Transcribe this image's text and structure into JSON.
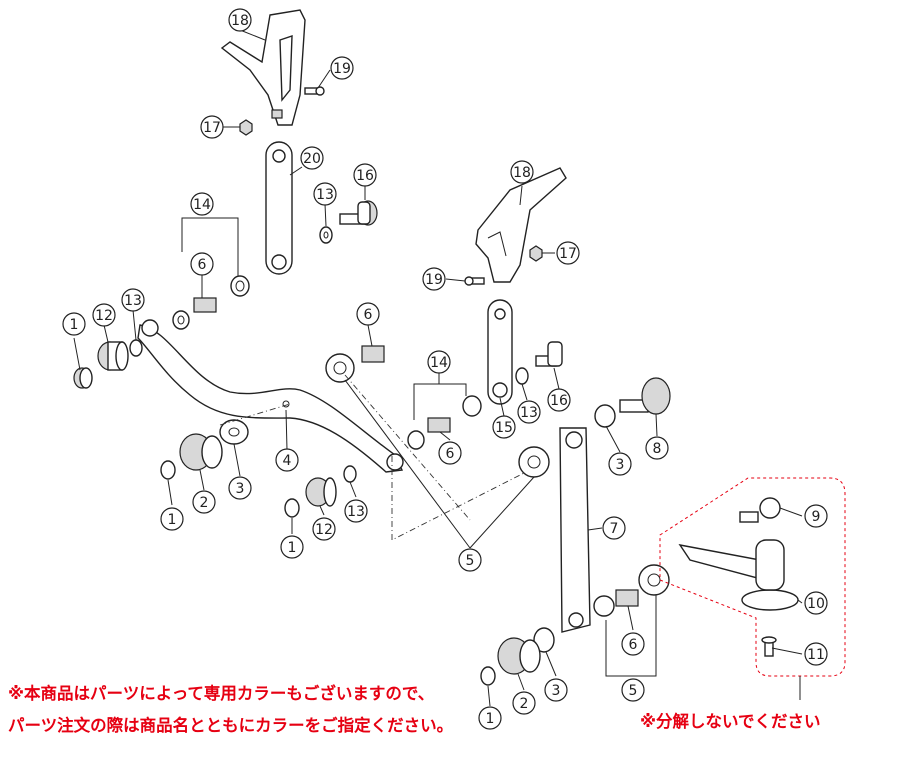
{
  "callouts": [
    {
      "id": "c18a",
      "label": "18"
    },
    {
      "id": "c19a",
      "label": "19"
    },
    {
      "id": "c17a",
      "label": "17"
    },
    {
      "id": "c20",
      "label": "20"
    },
    {
      "id": "c16a",
      "label": "16"
    },
    {
      "id": "c13a",
      "label": "13"
    },
    {
      "id": "c14a",
      "label": "14"
    },
    {
      "id": "c6a",
      "label": "6"
    },
    {
      "id": "c12a",
      "label": "12"
    },
    {
      "id": "c13b",
      "label": "13"
    },
    {
      "id": "c1a",
      "label": "1"
    },
    {
      "id": "c4",
      "label": "4"
    },
    {
      "id": "c3a",
      "label": "3"
    },
    {
      "id": "c2a",
      "label": "2"
    },
    {
      "id": "c1b",
      "label": "1"
    },
    {
      "id": "c6b",
      "label": "6"
    },
    {
      "id": "c13c",
      "label": "13"
    },
    {
      "id": "c12b",
      "label": "12"
    },
    {
      "id": "c1c",
      "label": "1"
    },
    {
      "id": "c18b",
      "label": "18"
    },
    {
      "id": "c17b",
      "label": "17"
    },
    {
      "id": "c19b",
      "label": "19"
    },
    {
      "id": "c14b",
      "label": "14"
    },
    {
      "id": "c13d",
      "label": "13"
    },
    {
      "id": "c16b",
      "label": "16"
    },
    {
      "id": "c15",
      "label": "15"
    },
    {
      "id": "c6c",
      "label": "6"
    },
    {
      "id": "c3b",
      "label": "3"
    },
    {
      "id": "c8",
      "label": "8"
    },
    {
      "id": "c7",
      "label": "7"
    },
    {
      "id": "c5a",
      "label": "5"
    },
    {
      "id": "c9",
      "label": "9"
    },
    {
      "id": "c10",
      "label": "10"
    },
    {
      "id": "c11",
      "label": "11"
    },
    {
      "id": "c6d",
      "label": "6"
    },
    {
      "id": "c5b",
      "label": "5"
    },
    {
      "id": "c2b",
      "label": "2"
    },
    {
      "id": "c3c",
      "label": "3"
    },
    {
      "id": "c1d",
      "label": "1"
    }
  ],
  "notes": {
    "line1": "※本商品はパーツによって専用カラーもございますので、",
    "line2": "パーツ注文の際は商品名とともにカラーをご指定ください。",
    "no_disassembly": "※分解しないでください"
  },
  "colors": {
    "note_red": "#e60012",
    "line": "#222222",
    "part_fill": "#ffffff"
  }
}
